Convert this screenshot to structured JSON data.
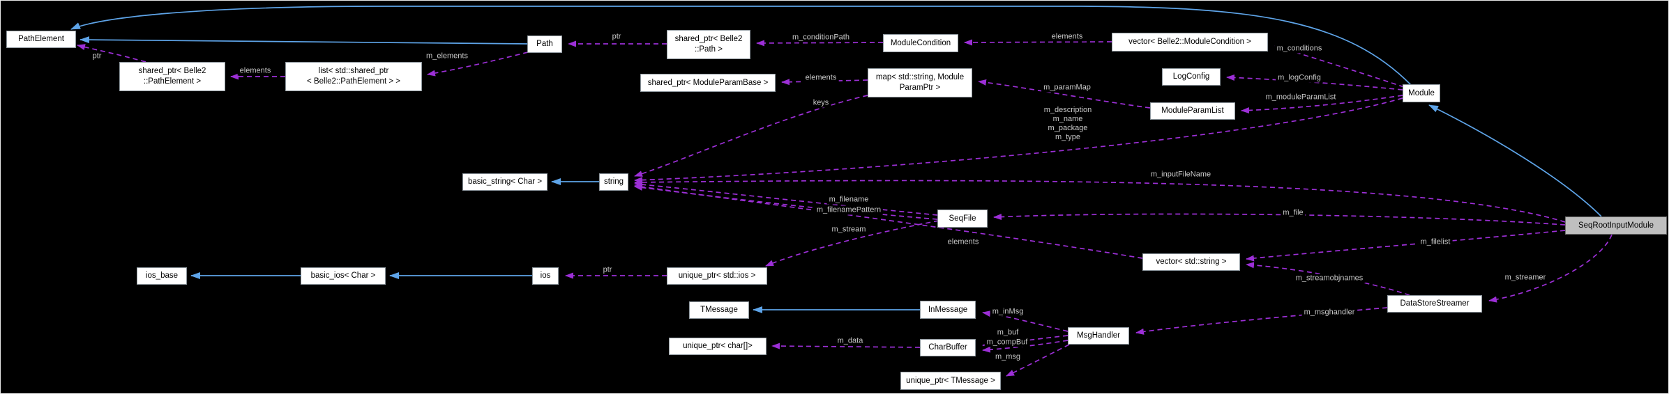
{
  "nodes": {
    "path_element": {
      "label": "PathElement"
    },
    "shared_ptr_path_element": {
      "label": "shared_ptr< Belle2\n::PathElement >"
    },
    "list_shared_ptr_path_element": {
      "label": "list< std::shared_ptr\n< Belle2::PathElement > >"
    },
    "path": {
      "label": "Path"
    },
    "shared_ptr_path": {
      "label": "shared_ptr< Belle2\n::Path >"
    },
    "module_condition": {
      "label": "ModuleCondition"
    },
    "vector_module_condition": {
      "label": "vector< Belle2::ModuleCondition >"
    },
    "shared_ptr_module_param_base": {
      "label": "shared_ptr< ModuleParamBase >"
    },
    "map_module_param_ptr": {
      "label": "map< std::string, Module\nParamPtr >"
    },
    "log_config": {
      "label": "LogConfig"
    },
    "module_param_list": {
      "label": "ModuleParamList"
    },
    "module": {
      "label": "Module"
    },
    "basic_string": {
      "label": "basic_string< Char >"
    },
    "string": {
      "label": "string"
    },
    "seq_file": {
      "label": "SeqFile"
    },
    "vector_string": {
      "label": "vector< std::string >"
    },
    "seq_root_input_module": {
      "label": "SeqRootInputModule"
    },
    "ios_base": {
      "label": "ios_base"
    },
    "basic_ios": {
      "label": "basic_ios< Char >"
    },
    "ios": {
      "label": "ios"
    },
    "unique_ptr_ios": {
      "label": "unique_ptr< std::ios >"
    },
    "tmessage": {
      "label": "TMessage"
    },
    "in_message": {
      "label": "InMessage"
    },
    "unique_ptr_char": {
      "label": "unique_ptr< char[]>"
    },
    "char_buffer": {
      "label": "CharBuffer"
    },
    "unique_ptr_tmessage": {
      "label": "unique_ptr< TMessage >"
    },
    "msg_handler": {
      "label": "MsgHandler"
    },
    "data_store_streamer": {
      "label": "DataStoreStreamer"
    }
  },
  "edge_labels": {
    "ptr_shared_path_element": "ptr",
    "elements_list": "elements",
    "m_elements": "m_elements",
    "ptr_shared_path": "ptr",
    "m_condition_path": "m_conditionPath",
    "elements_vector_condition": "elements",
    "m_conditions": "m_conditions",
    "m_log_config": "m_logConfig",
    "m_module_param_list": "m_moduleParamList",
    "m_param_map": "m_paramMap",
    "elements_map": "elements",
    "keys": "keys",
    "m_description": "m_description",
    "m_name": "m_name",
    "m_package": "m_package",
    "m_type": "m_type",
    "m_input_file_name": "m_inputFileName",
    "m_filename": "m_filename",
    "m_filename_pattern": "m_filenamePattern",
    "m_file": "m_file",
    "m_stream": "m_stream",
    "elements_vector_string": "elements",
    "m_filelist": "m_filelist",
    "m_streamobjnames": "m_streamobjnames",
    "m_streamer": "m_streamer",
    "m_msghandler": "m_msghandler",
    "m_in_msg": "m_inMsg",
    "m_buf": "m_buf",
    "m_comp_buf": "m_compBuf",
    "m_msg": "m_msg",
    "m_data": "m_data",
    "ptr_unique_ios": "ptr"
  },
  "colors": {
    "background": "#000000",
    "inheritance_edge": "#5ea4e8",
    "usage_edge": "#9c2fd6",
    "node_fill": "#ffffff",
    "node_border": "#8e979e",
    "node_text": "#000000",
    "edge_label_text": "#c9c9c9",
    "highlight_fill": "#bfbfbf",
    "highlight_border": "#6c6c6c"
  }
}
